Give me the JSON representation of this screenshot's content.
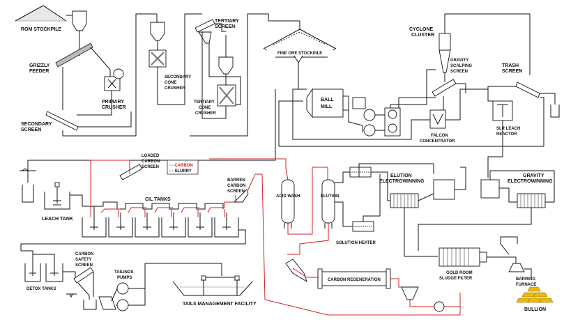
{
  "labels": {
    "rom_stockpile": "ROM STOCKPILE",
    "grizzly": "GRIZZLY",
    "feeder": "FEEDER",
    "primary": "PRIMARY",
    "crusher": "CRUSHER",
    "secondary": "SECONDARY",
    "screen": "SCREEN",
    "secondary_cone_1": "SECONDARY",
    "secondary_cone_2": "CONE",
    "secondary_cone_3": "CRUSHER",
    "tertiary": "TERTIARY",
    "tertiary_screen": "SCREEN",
    "tertiary_cone_1": "TERTIARY",
    "tertiary_cone_2": "CONE",
    "tertiary_cone_3": "CRUSHER",
    "fine_ore": "FINE ORE STOCKPILE",
    "cyclone": "CYCLONE",
    "cluster": "CLUSTER",
    "gravity_1": "GRAVITY",
    "gravity_2": "SCALPING",
    "gravity_3": "SCREEN",
    "trash": "TRASH",
    "trash_screen": "SCREEN",
    "ball": "BALL",
    "mill": "MILL",
    "falcon": "FALCON",
    "concentrator": "CONCENTRATOR",
    "slr_1": "SLR LEACH",
    "slr_2": "REACTOR",
    "loaded_1": "LOADED",
    "loaded_2": "CARBON",
    "loaded_3": "SCREEN",
    "legend_carbon": "- - CARBON",
    "legend_slurry": "- - SLURRY",
    "cil_tanks": "CIL TANKS",
    "leach_tank": "LEACH TANK",
    "barren_1": "BARREN",
    "barren_2": "CARBON",
    "barren_3": "SCREEN",
    "acid_wash": "ACID WASH",
    "elution": "ELUTION",
    "elution_ew_1": "ELUTION",
    "elution_ew_2": "ELECTROWINNING",
    "gravity_ew_1": "GRAVITY",
    "gravity_ew_2": "ELECTROWINNING",
    "solution_heater": "SOLUTION HEATER",
    "carbon_safety_1": "CARBON",
    "carbon_safety_2": "SAFETY",
    "carbon_safety_3": "SCREEN",
    "detox": "DETOX TANKS",
    "tailings_1": "TAILINGS",
    "tailings_2": "PUMPS",
    "tails_facility": "TAILS MANAGEMENT FACILITY",
    "carbon_regen": "CARBON REGENERATION",
    "goldroom_1": "GOLD ROOM",
    "goldroom_2": "SLUDGE FILTER",
    "barring_1": "BARRING",
    "barring_2": "FURNACE",
    "bullion": "BULLION"
  },
  "colors": {
    "carbon_line": "#d42020",
    "slurry_line": "#111111",
    "bullion": "#f2b705"
  }
}
